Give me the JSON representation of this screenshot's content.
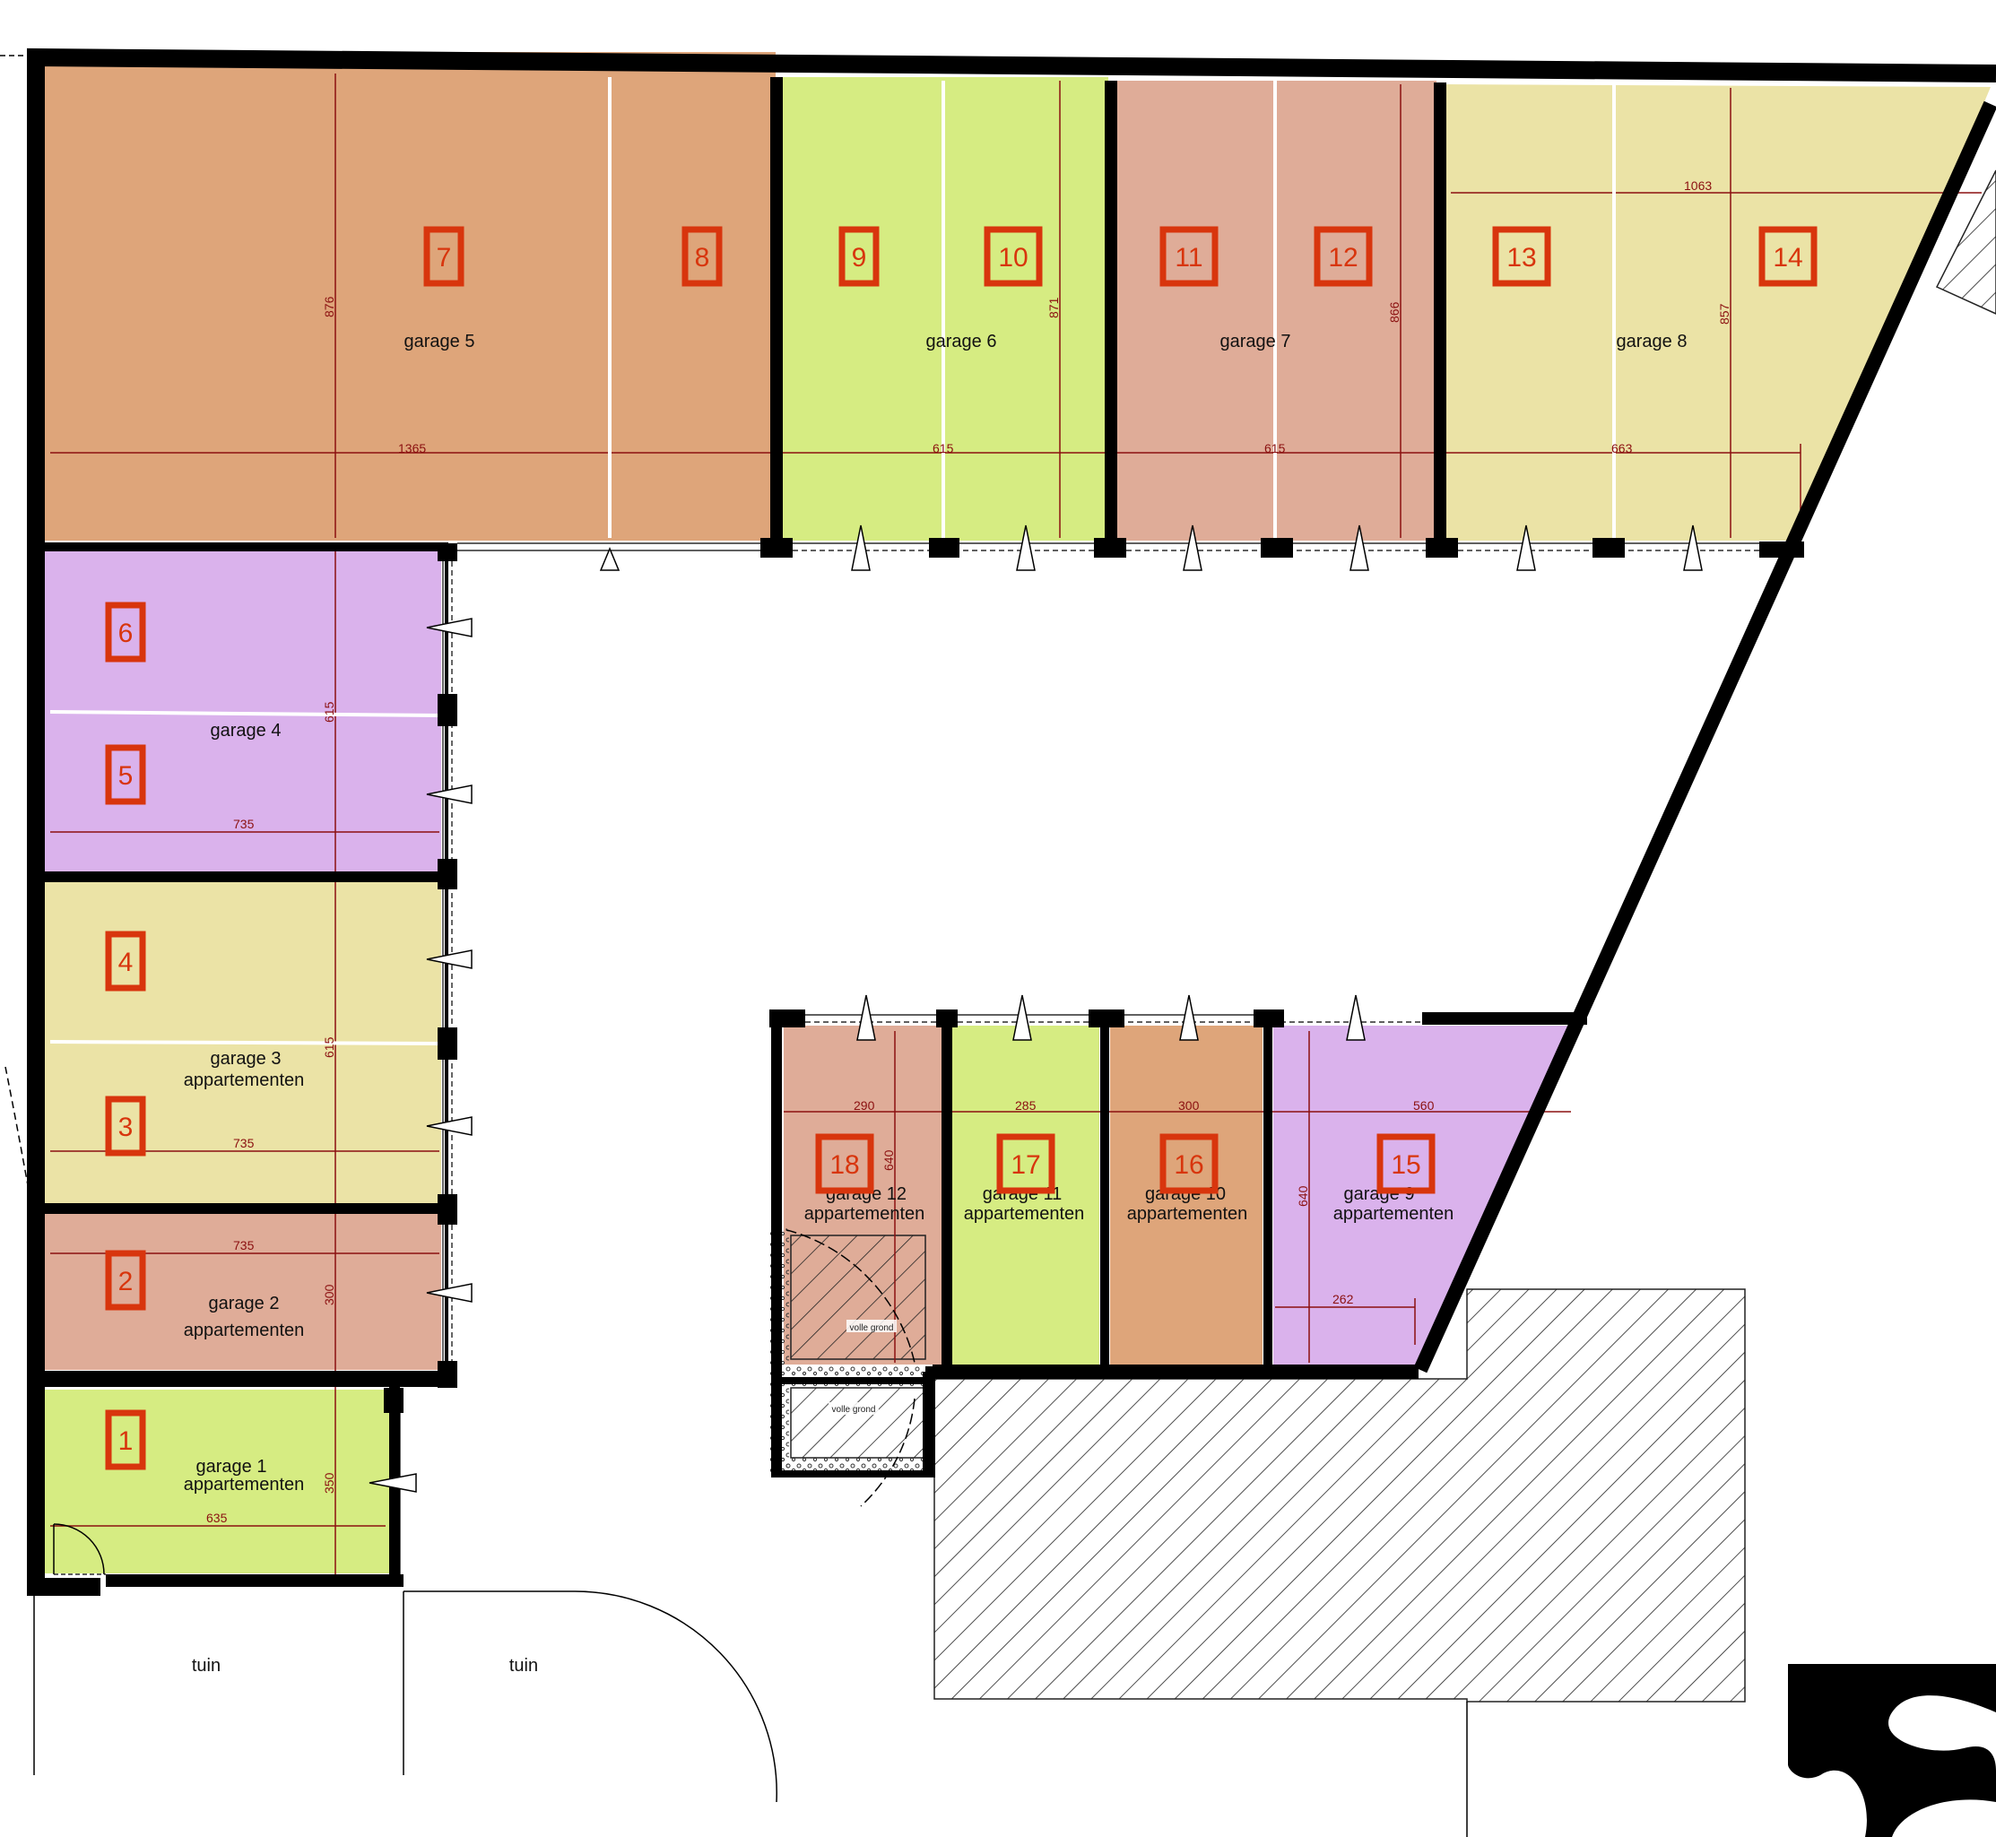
{
  "colors": {
    "orange": "#dea57a",
    "green": "#d6ec82",
    "pink": "#dfac98",
    "yellow": "#ebe3a6",
    "purple": "#dab2ec",
    "wall": "#000000",
    "dimension": "#8b1010",
    "tag_red": "#d8350d"
  },
  "garages": {
    "g1": {
      "line1": "garage 1",
      "line2": "appartementen"
    },
    "g2": {
      "line1": "garage 2",
      "line2": "appartementen"
    },
    "g3": {
      "line1": "garage 3",
      "line2": "appartementen"
    },
    "g4": {
      "line1": "garage 4"
    },
    "g5": {
      "line1": "garage 5"
    },
    "g6": {
      "line1": "garage 6"
    },
    "g7": {
      "line1": "garage 7"
    },
    "g8": {
      "line1": "garage 8"
    },
    "g9": {
      "line1": "garage 9",
      "line2": "appartementen"
    },
    "g10": {
      "line1": "garage 10",
      "line2": "appartementen"
    },
    "g11": {
      "line1": "garage 11",
      "line2": "appartementen"
    },
    "g12": {
      "line1": "garage 12",
      "line2": "appartementen"
    }
  },
  "spots": [
    "1",
    "2",
    "3",
    "4",
    "5",
    "6",
    "7",
    "8",
    "9",
    "10",
    "11",
    "12",
    "13",
    "14",
    "15",
    "16",
    "17",
    "18"
  ],
  "dims": {
    "d1365": "1365",
    "d615a": "615",
    "d615b": "615",
    "d663": "663",
    "d1063": "1063",
    "d876": "876",
    "d871": "871",
    "d866": "866",
    "d857": "857",
    "d735a": "735",
    "d735b": "735",
    "d735c": "735",
    "d615c": "615",
    "d615d": "615",
    "d300": "300",
    "d350": "350",
    "d635": "635",
    "d290": "290",
    "d285": "285",
    "d300b": "300",
    "d560": "560",
    "d640a": "640",
    "d640b": "640",
    "d262": "262"
  },
  "labels": {
    "tuin_left": "tuin",
    "tuin_right": "tuin",
    "volle_grond_a": "volle grond",
    "volle_grond_b": "volle grond"
  }
}
